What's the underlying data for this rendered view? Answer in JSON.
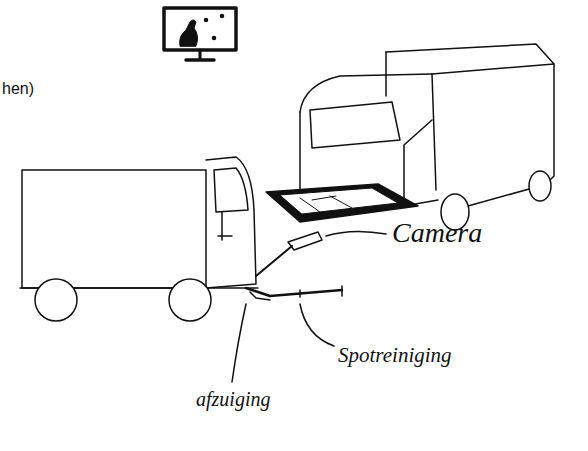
{
  "diagram": {
    "labels": [
      "hen)",
      "Camera",
      "afzuiging",
      "Spotreiniging"
    ]
  }
}
